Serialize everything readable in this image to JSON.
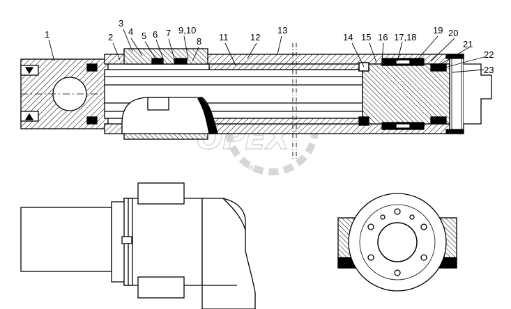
{
  "diagram": {
    "callouts": [
      "1",
      "2",
      "3",
      "4",
      "5",
      "6",
      "7",
      "9,10",
      "8",
      "11",
      "12",
      "13",
      "14",
      "15",
      "16",
      "17,18",
      "19",
      "20",
      "21",
      "22",
      "23"
    ],
    "watermark_text": "OPEX",
    "watermark_label": "®",
    "colors": {
      "line": "#000000",
      "hatch": "#000000",
      "watermark": "#d6d6d6"
    }
  }
}
